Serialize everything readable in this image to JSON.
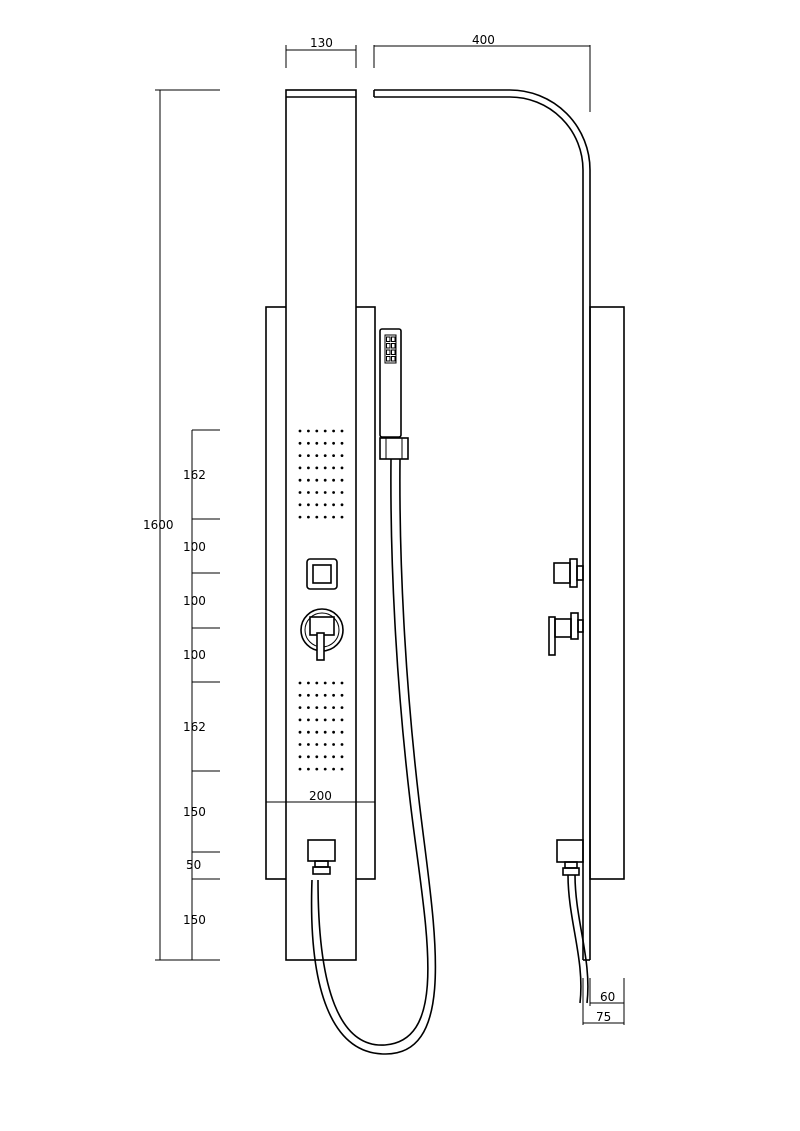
{
  "drawing": {
    "dimensions": {
      "top_panel_width": "130",
      "side_depth": "400",
      "total_height": "1600",
      "seg_1": "162",
      "seg_2": "100",
      "seg_3": "100",
      "seg_4": "100",
      "seg_5": "162",
      "seg_6": "150",
      "seg_7": "50",
      "seg_8": "150",
      "backplate_width": "200",
      "wall_offset_60": "60",
      "wall_offset_75": "75"
    },
    "nozzle_grid": {
      "cols": 6,
      "rows": 8
    }
  }
}
